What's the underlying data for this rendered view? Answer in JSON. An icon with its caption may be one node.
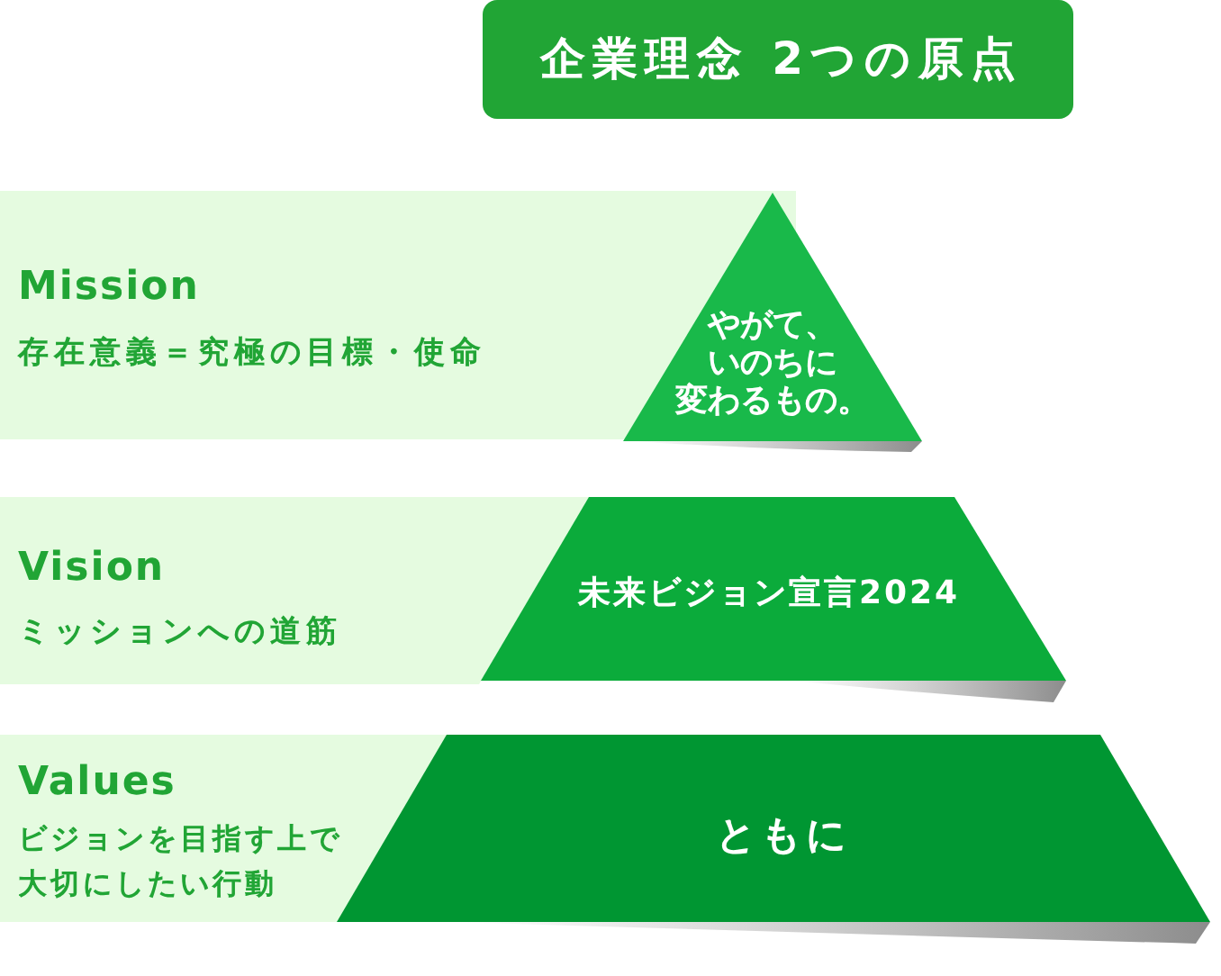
{
  "diagram": {
    "title": "企業理念 2つの原点",
    "nodes": [
      {
        "text": [
          "Mission",
          "存在意義＝究極の目標・使命"
        ]
      },
      {
        "text": [
          "やがて、いのちに変わるもの。"
        ]
      },
      {
        "text": [
          "Vision",
          "ミッションへの道筋"
        ]
      },
      {
        "text": [
          "未来ビジョン宣言2024"
        ]
      },
      {
        "text": [
          "Values",
          "ビジョンを目指す上で大切にしたい行動"
        ]
      },
      {
        "text": [
          "ともに"
        ]
      }
    ]
  }
}
